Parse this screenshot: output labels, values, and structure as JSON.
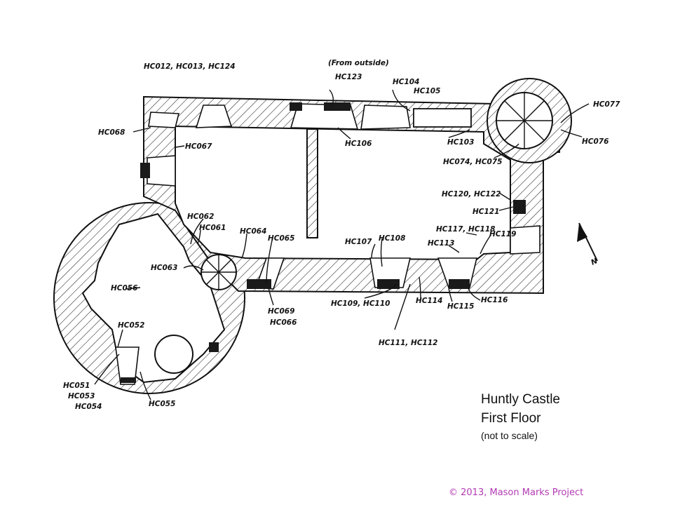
{
  "title": "Huntly Castle",
  "subtitle": "First Floor",
  "note": "(not to scale)",
  "copyright": "© 2013, Mason Marks Project",
  "north_label": "N",
  "from_outside": "(From outside)",
  "labels": [
    "HC012, HC013, HC124",
    "HC123",
    "HC104",
    "HC105",
    "HC077",
    "HC068",
    "HC067",
    "HC106",
    "HC103",
    "HC076",
    "HC074, HC075",
    "HC120, HC122",
    "HC121",
    "HC062",
    "HC061",
    "HC064",
    "HC065",
    "HC107",
    "HC108",
    "HC117, HC118",
    "HC119",
    "HC113",
    "HC063",
    "HC056",
    "HC069",
    "HC066",
    "HC109, HC110",
    "HC114",
    "HC115",
    "HC116",
    "HC111, HC112",
    "HC052",
    "HC051",
    "HC053",
    "HC054",
    "HC055"
  ]
}
